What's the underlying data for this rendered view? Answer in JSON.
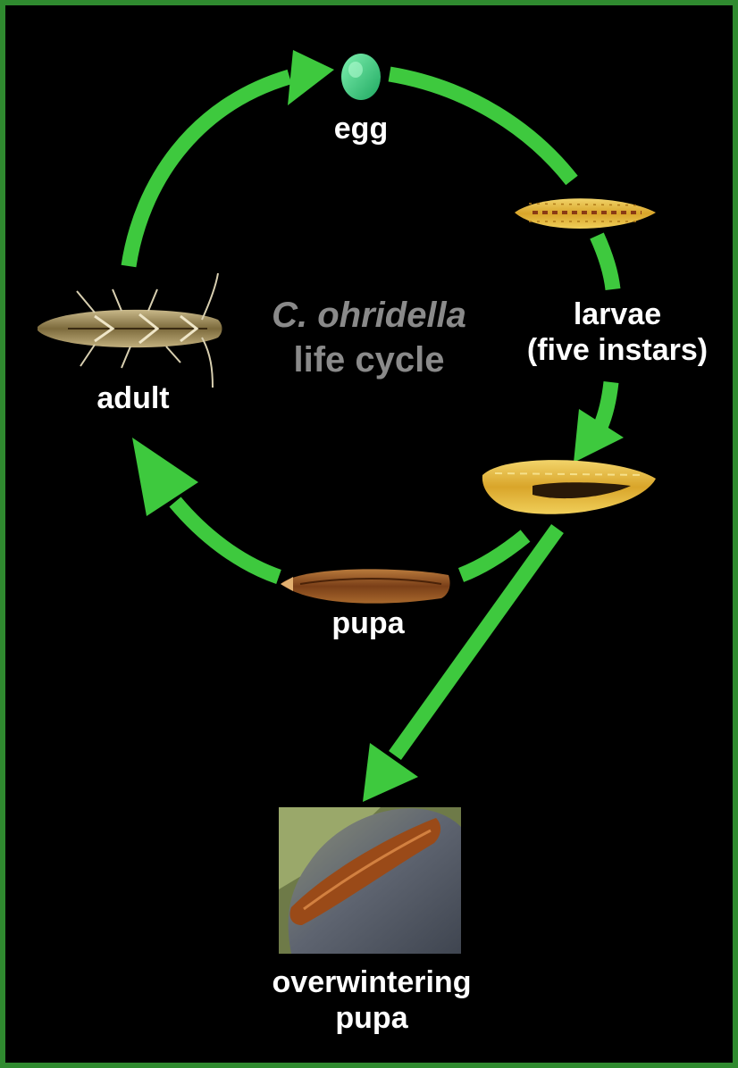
{
  "title": {
    "species": "C. ohridella",
    "subtitle": "life cycle"
  },
  "stages": {
    "egg": "egg",
    "larvae": "larvae",
    "larvae_note": "(five instars)",
    "pupa": "pupa",
    "adult": "adult",
    "overwintering_line1": "overwintering",
    "overwintering_line2": "pupa"
  },
  "colors": {
    "arrow": "#3ec93e",
    "background": "#000000",
    "border": "#2f8a2f",
    "title": "#8a8a8a",
    "label": "#ffffff"
  }
}
